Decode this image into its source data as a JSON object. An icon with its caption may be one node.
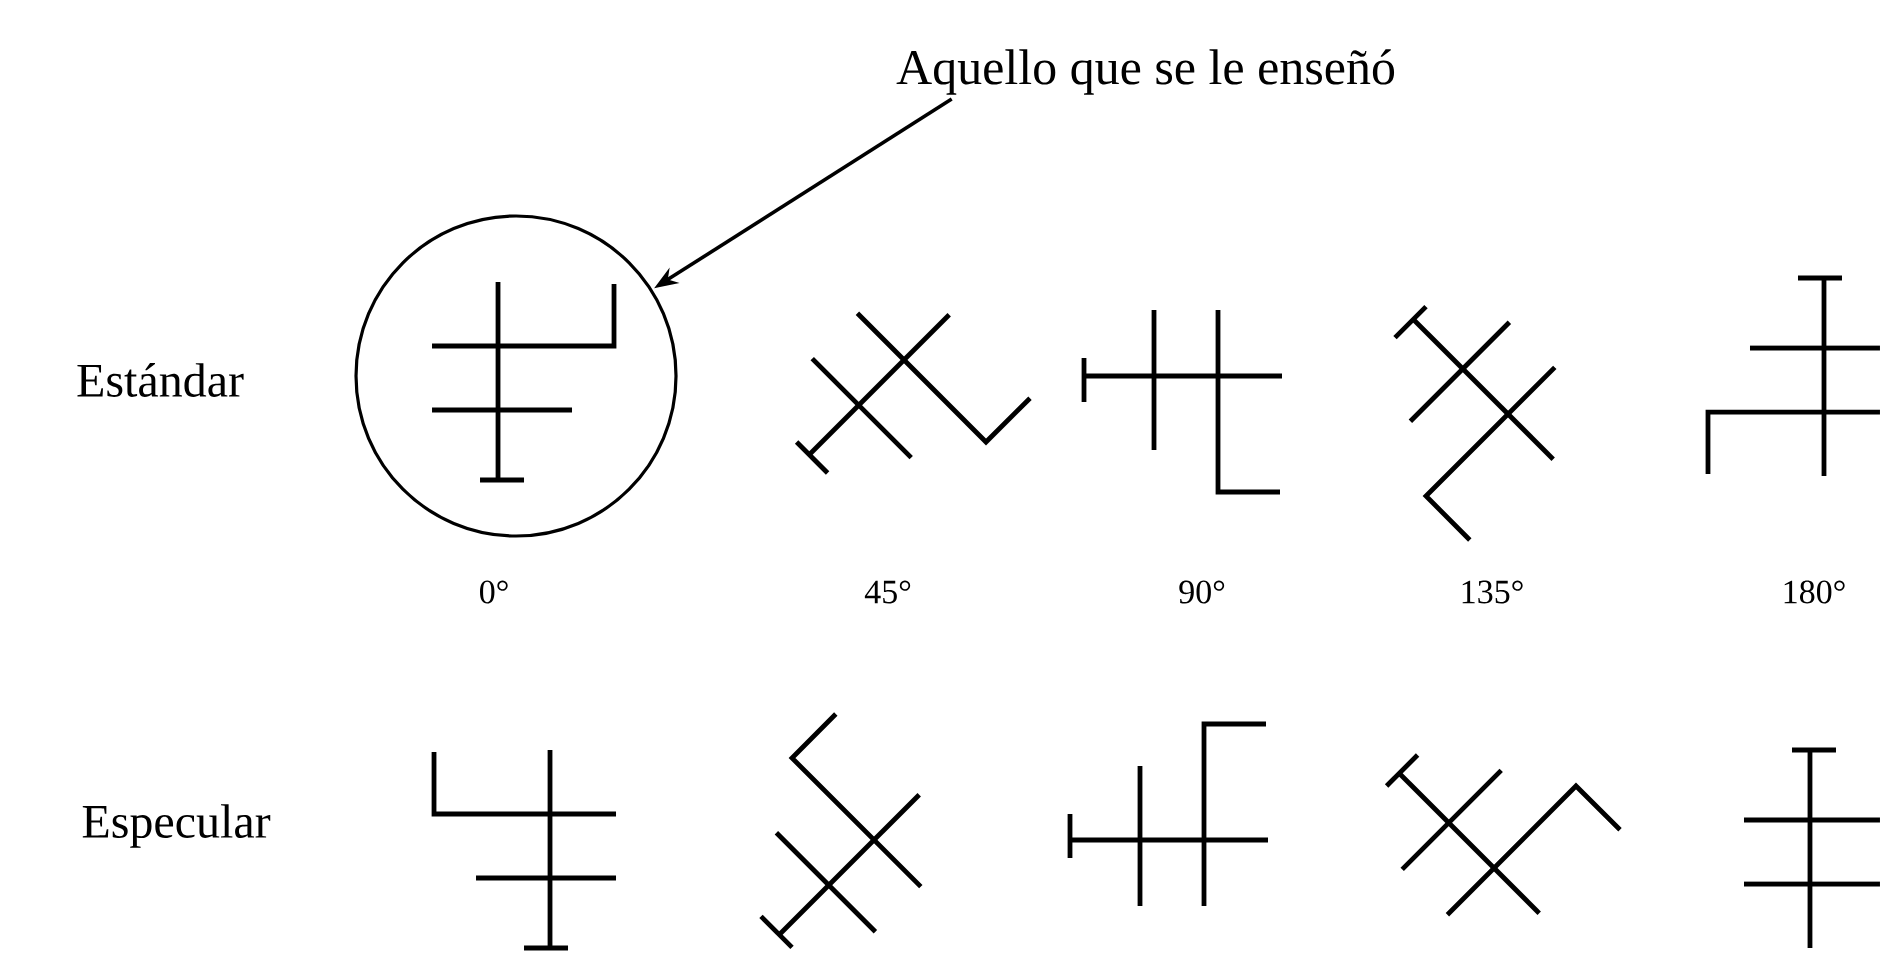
{
  "diagram": {
    "nodes": [
      {
        "text": [
          "Aquello que se le enseñó"
        ]
      },
      {
        "text": [],
        "shape": "circle"
      }
    ],
    "edges": [
      {
        "from": 0,
        "to": 1,
        "arrow": "to"
      }
    ],
    "labels": [
      "Estándar",
      "0°",
      "45°",
      "90°",
      "135°",
      "180°",
      "Especular"
    ]
  }
}
